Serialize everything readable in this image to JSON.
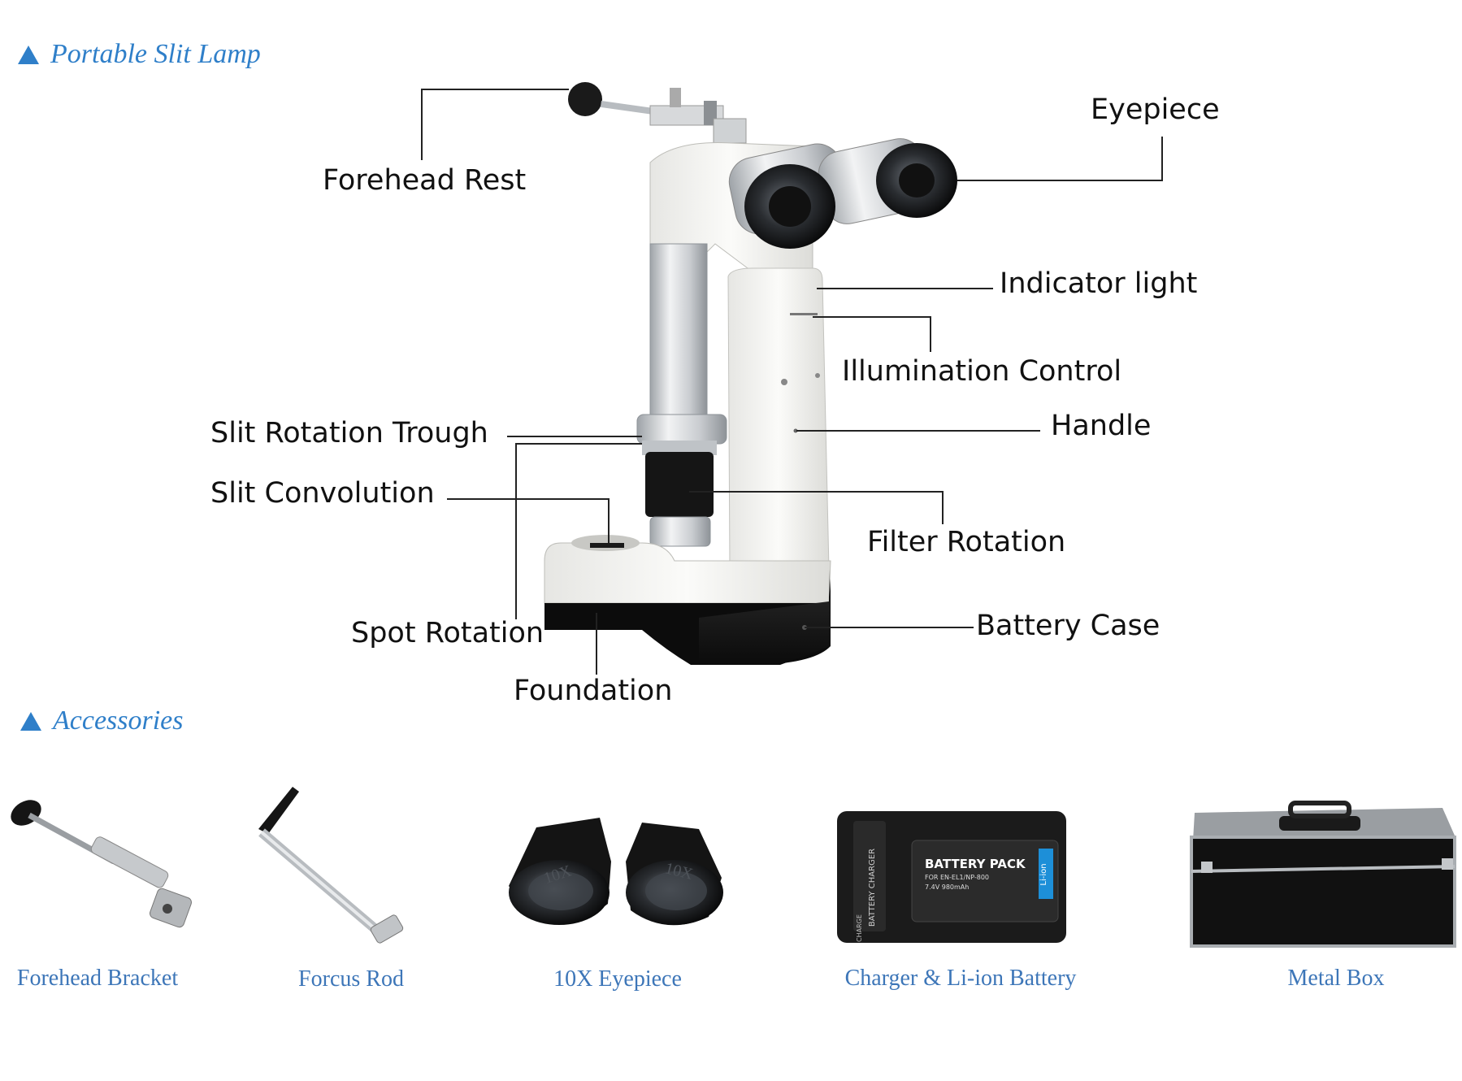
{
  "colors": {
    "heading": "#2f7fc9",
    "caption": "#3d76b8",
    "callout_text": "#111111"
  },
  "headings": {
    "main": "Portable Slit Lamp",
    "accessories": "Accessories"
  },
  "callouts": {
    "forehead_rest": "Forehead Rest",
    "eyepiece": "Eyepiece",
    "indicator_light": "Indicator light",
    "illumination_control": "Illumination Control",
    "handle": "Handle",
    "slit_rotation_trough": "Slit Rotation Trough",
    "slit_convolution": "Slit Convolution",
    "filter_rotation": "Filter Rotation",
    "spot_rotation": "Spot Rotation",
    "battery_case": "Battery Case",
    "foundation": "Foundation"
  },
  "accessories": {
    "forehead_bracket": "Forehead Bracket",
    "focus_rod": "Forcus Rod",
    "eyepiece_10x": "10X Eyepiece",
    "charger_battery": "Charger & Li-ion Battery",
    "metal_box": "Metal Box"
  },
  "eyepiece_marking": "10X",
  "battery": {
    "title": "BATTERY PACK",
    "line1": "FOR  EN-EL1/NP-800",
    "line2": "7.4V  980mAh",
    "side": "Li-ion",
    "charger_side": "BATTERY CHARGER",
    "charge": "CHARGE"
  }
}
